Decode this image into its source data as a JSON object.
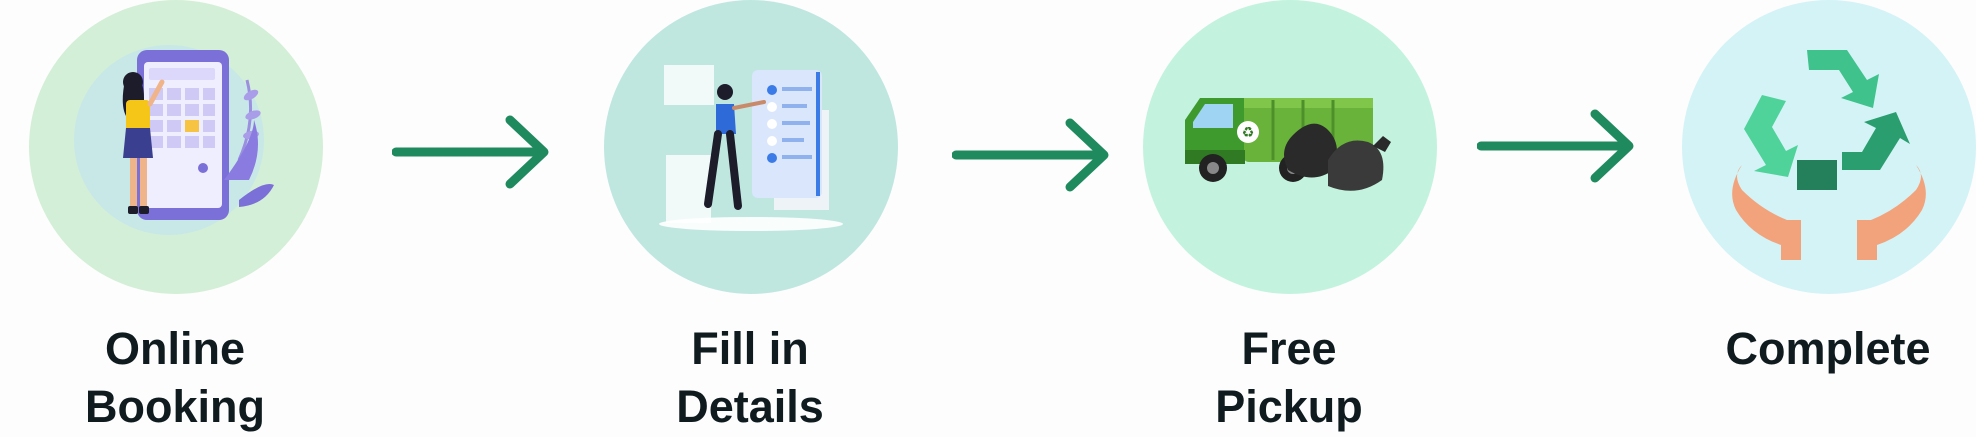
{
  "steps": [
    {
      "line1": "Online",
      "line2": "Booking",
      "circle_color": "#d4efd7",
      "icon": "online-booking-illustration"
    },
    {
      "line1": "Fill in",
      "line2": "Details",
      "circle_color": "#bfe7e0",
      "icon": "fill-details-illustration"
    },
    {
      "line1": "Free",
      "line2": "Pickup",
      "circle_color": "#c3f3de",
      "icon": "garbage-truck-illustration"
    },
    {
      "line1": "Complete",
      "line2": "",
      "circle_color": "#d4f3f6",
      "icon": "recycle-hands-illustration"
    }
  ],
  "arrow_color": "#1f8a5e",
  "text_color": "#0f1b1e"
}
